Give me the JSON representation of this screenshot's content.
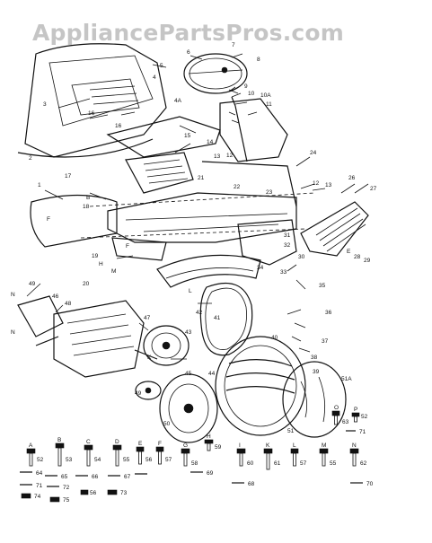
{
  "watermark": {
    "text": "AppliancePartsPros.com",
    "color": "#999999"
  },
  "callouts": [
    {
      "id": "c1",
      "label": "1"
    },
    {
      "id": "c2",
      "label": "2"
    },
    {
      "id": "c3",
      "label": "3"
    },
    {
      "id": "c4",
      "label": "4"
    },
    {
      "id": "c5",
      "label": "5"
    },
    {
      "id": "c6",
      "label": "6"
    },
    {
      "id": "c7",
      "label": "7"
    },
    {
      "id": "c8",
      "label": "8"
    },
    {
      "id": "c9",
      "label": "9"
    },
    {
      "id": "c10",
      "label": "10"
    },
    {
      "id": "c10a",
      "label": "10A"
    },
    {
      "id": "c11",
      "label": "11"
    },
    {
      "id": "c12",
      "label": "12"
    },
    {
      "id": "c13",
      "label": "13"
    },
    {
      "id": "c14",
      "label": "14"
    },
    {
      "id": "c15",
      "label": "15"
    },
    {
      "id": "c16",
      "label": "16"
    },
    {
      "id": "c16a",
      "label": "16"
    },
    {
      "id": "c17",
      "label": "17"
    },
    {
      "id": "c18",
      "label": "18"
    },
    {
      "id": "c19",
      "label": "19"
    },
    {
      "id": "c20",
      "label": "20"
    },
    {
      "id": "c21",
      "label": "21"
    },
    {
      "id": "c22",
      "label": "22"
    },
    {
      "id": "c23",
      "label": "23"
    },
    {
      "id": "c24",
      "label": "24"
    },
    {
      "id": "c26",
      "label": "26"
    },
    {
      "id": "c27",
      "label": "27"
    },
    {
      "id": "c28",
      "label": "28"
    },
    {
      "id": "c29",
      "label": "29"
    },
    {
      "id": "c30",
      "label": "30"
    },
    {
      "id": "c31",
      "label": "31"
    },
    {
      "id": "c32",
      "label": "32"
    },
    {
      "id": "c33",
      "label": "33"
    },
    {
      "id": "c34",
      "label": "34"
    },
    {
      "id": "c35",
      "label": "35"
    },
    {
      "id": "c36",
      "label": "36"
    },
    {
      "id": "c37",
      "label": "37"
    },
    {
      "id": "c38",
      "label": "38"
    },
    {
      "id": "c39",
      "label": "39"
    },
    {
      "id": "c40",
      "label": "40"
    },
    {
      "id": "c41",
      "label": "41"
    },
    {
      "id": "c42",
      "label": "42"
    },
    {
      "id": "c43",
      "label": "43"
    },
    {
      "id": "c44",
      "label": "44"
    },
    {
      "id": "c45",
      "label": "45"
    },
    {
      "id": "c46",
      "label": "46"
    },
    {
      "id": "c47",
      "label": "47"
    },
    {
      "id": "c48",
      "label": "48"
    },
    {
      "id": "c49",
      "label": "49"
    },
    {
      "id": "c50",
      "label": "50"
    },
    {
      "id": "c51",
      "label": "51"
    },
    {
      "id": "c51a",
      "label": "51A"
    },
    {
      "id": "c4a",
      "label": "4A"
    },
    {
      "id": "cN1",
      "label": "N"
    },
    {
      "id": "cN2",
      "label": "N"
    },
    {
      "id": "cF1",
      "label": "F"
    },
    {
      "id": "cF2",
      "label": "F"
    },
    {
      "id": "cE1",
      "label": "E"
    },
    {
      "id": "cH1",
      "label": "H"
    },
    {
      "id": "cL1",
      "label": "L"
    },
    {
      "id": "cM1",
      "label": "M"
    },
    {
      "id": "cK1",
      "label": "K"
    },
    {
      "id": "cB1",
      "label": "B"
    }
  ],
  "hardware": [
    {
      "letter": "A",
      "num": "52"
    },
    {
      "letter": "B",
      "num": "53"
    },
    {
      "letter": "C",
      "num": "54"
    },
    {
      "letter": "D",
      "num": "55"
    },
    {
      "letter": "E",
      "num": "56"
    },
    {
      "letter": "F",
      "num": "57"
    },
    {
      "letter": "G",
      "num": "58"
    },
    {
      "letter": "H",
      "num": "59"
    },
    {
      "letter": "I",
      "num": "60"
    },
    {
      "letter": "K",
      "num": "61"
    },
    {
      "letter": "L",
      "num": "57"
    },
    {
      "letter": "M",
      "num": "55"
    },
    {
      "letter": "N",
      "num": "62"
    },
    {
      "letter": "O",
      "num": "63"
    },
    {
      "letter": "P",
      "num": "52"
    }
  ],
  "small_parts": [
    {
      "num": "64"
    },
    {
      "num": "65"
    },
    {
      "num": "66"
    },
    {
      "num": "67"
    },
    {
      "num": "68"
    },
    {
      "num": "69"
    },
    {
      "num": "70"
    },
    {
      "num": "71"
    },
    {
      "num": "72"
    },
    {
      "num": "73"
    },
    {
      "num": "74"
    },
    {
      "num": "75"
    },
    {
      "num": "56"
    },
    {
      "num": "71"
    }
  ]
}
